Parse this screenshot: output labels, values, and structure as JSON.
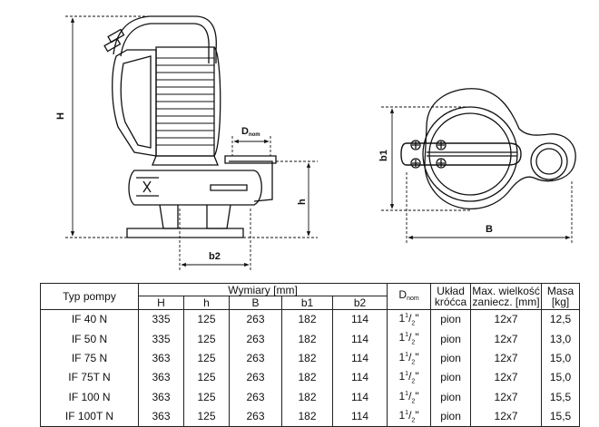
{
  "drawing": {
    "dim_H": "H",
    "dim_h": "h",
    "dim_b2": "b2",
    "dim_b1": "b1",
    "dim_B": "B",
    "dim_Dnom_main": "D",
    "dim_Dnom_sub": "nom"
  },
  "table": {
    "col_pump_type": "Typ pompy",
    "group_dimensions": "Wymiary [mm]",
    "col_H": "H",
    "col_h": "h",
    "col_B": "B",
    "col_b1": "b1",
    "col_b2": "b2",
    "col_Dnom_main": "D",
    "col_Dnom_sub": "nom",
    "col_layout_l1": "Układ",
    "col_layout_l2": "króćca",
    "col_maxsize_l1": "Max. wielkość",
    "col_maxsize_l2": "zaniecz. [mm]",
    "col_mass_l1": "Masa",
    "col_mass_l2": "[kg]",
    "rows": [
      {
        "type": "IF 40 N",
        "H": "335",
        "h": "125",
        "B": "263",
        "b1": "182",
        "b2": "114",
        "d_whole": "1",
        "d_num": "1",
        "d_den": "2",
        "d_unit": "\"",
        "layout": "pion",
        "maxsize": "12x7",
        "mass": "12,5"
      },
      {
        "type": "IF 50 N",
        "H": "335",
        "h": "125",
        "B": "263",
        "b1": "182",
        "b2": "114",
        "d_whole": "1",
        "d_num": "1",
        "d_den": "2",
        "d_unit": "\"",
        "layout": "pion",
        "maxsize": "12x7",
        "mass": "13,0"
      },
      {
        "type": "IF 75 N",
        "H": "363",
        "h": "125",
        "B": "263",
        "b1": "182",
        "b2": "114",
        "d_whole": "1",
        "d_num": "1",
        "d_den": "2",
        "d_unit": "\"",
        "layout": "pion",
        "maxsize": "12x7",
        "mass": "15,0"
      },
      {
        "type": "IF 75T N",
        "H": "363",
        "h": "125",
        "B": "263",
        "b1": "182",
        "b2": "114",
        "d_whole": "1",
        "d_num": "1",
        "d_den": "2",
        "d_unit": "\"",
        "layout": "pion",
        "maxsize": "12x7",
        "mass": "15,0"
      },
      {
        "type": "IF 100 N",
        "H": "363",
        "h": "125",
        "B": "263",
        "b1": "182",
        "b2": "114",
        "d_whole": "1",
        "d_num": "1",
        "d_den": "2",
        "d_unit": "\"",
        "layout": "pion",
        "maxsize": "12x7",
        "mass": "15,5"
      },
      {
        "type": "IF 100T N",
        "H": "363",
        "h": "125",
        "B": "263",
        "b1": "182",
        "b2": "114",
        "d_whole": "1",
        "d_num": "1",
        "d_den": "2",
        "d_unit": "\"",
        "layout": "pion",
        "maxsize": "12x7",
        "mass": "15,5"
      }
    ]
  }
}
